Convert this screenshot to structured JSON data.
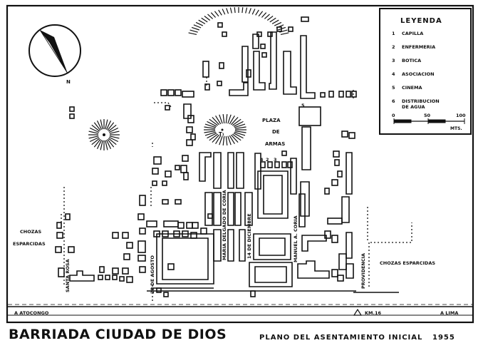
{
  "legend": {
    "title": "LEYENDA",
    "items": [
      {
        "num": "1",
        "label": "CAPILLA"
      },
      {
        "num": "2",
        "label": "ENFERMERIA"
      },
      {
        "num": "3",
        "label": "BOTICA"
      },
      {
        "num": "4",
        "label": "ASOCIACION"
      },
      {
        "num": "5",
        "label": "CINEMA"
      },
      {
        "num": "6",
        "label": "DISTRIBUCION",
        "label2": "DE AGUA"
      }
    ],
    "scale": {
      "ticks": [
        "0",
        "50",
        "100"
      ],
      "unit": "MTS."
    }
  },
  "north": "N",
  "plaza": [
    "PLAZA",
    "DE",
    "ARMAS"
  ],
  "landmark": "T₁",
  "block_numbers": [
    "4",
    "2",
    "3",
    "5"
  ],
  "streets": {
    "santa_rosa": "SANTA ROSA",
    "agosto": "28 DE AGOSTO",
    "delgado": "MARIA DELGADO DE CORIA",
    "diciembre": "14 DE DICIEMBRE",
    "coria": "MANUEL A. CORIA",
    "providencia": "PROVIDENCIA"
  },
  "areas": {
    "chozas_left": [
      "CHOZAS",
      "ESPARCIDAS"
    ],
    "chozas_right": "CHOZAS ESPARCIDAS"
  },
  "road": {
    "left": "A ATOCONGO",
    "km": "KM.16",
    "right": "A LIMA"
  },
  "footer": {
    "title": "BARRIADA CIUDAD DE DIOS",
    "subtitle": "PLANO DEL ASENTAMIENTO INICIAL",
    "year": "1955"
  }
}
